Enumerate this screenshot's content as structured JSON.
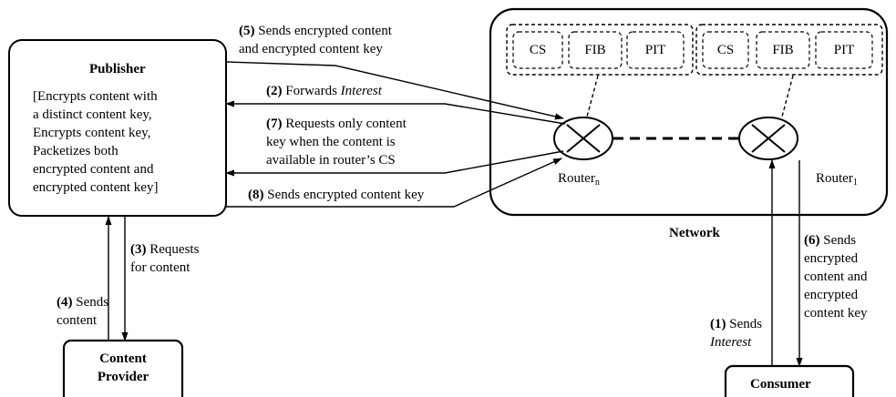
{
  "publisher": {
    "title": "Publisher",
    "body": [
      "[Encrypts content with",
      "a distinct content key,",
      "Encrypts content key,",
      "Packetizes both",
      "encrypted content and",
      "encrypted content key]"
    ]
  },
  "content_provider": {
    "line1": "Content",
    "line2": "Provider"
  },
  "consumer": {
    "label": "Consumer"
  },
  "network": {
    "label": "Network"
  },
  "routers": {
    "router_n": {
      "name": "Router",
      "sub": "n"
    },
    "router_1": {
      "name": "Router",
      "sub": "1"
    }
  },
  "tables": {
    "group_n": [
      "CS",
      "FIB",
      "PIT"
    ],
    "group_1": [
      "CS",
      "FIB",
      "PIT"
    ]
  },
  "messages": {
    "m5": {
      "num": "(5)",
      "line1": " Sends encrypted content",
      "line2": "and encrypted content key"
    },
    "m2": {
      "num": "(2)",
      "text": " Forwards ",
      "em": "Interest"
    },
    "m7": {
      "num": "(7)",
      "line1": " Requests only content",
      "line2": "key when the content is",
      "line3": "available in router’s CS"
    },
    "m8": {
      "num": "(8)",
      "text": " Sends encrypted content key"
    },
    "m3": {
      "num": "(3)",
      "line1": " Requests",
      "line2": "for content"
    },
    "m4": {
      "num": "(4)",
      "line1": " Sends",
      "line2": "content"
    },
    "m6": {
      "num": "(6)",
      "line1": " Sends",
      "line2": "encrypted",
      "line3": "content and",
      "line4": "encrypted",
      "line5": "content key"
    },
    "m1": {
      "num": "(1)",
      "line1": " Sends",
      "em": "Interest"
    }
  }
}
